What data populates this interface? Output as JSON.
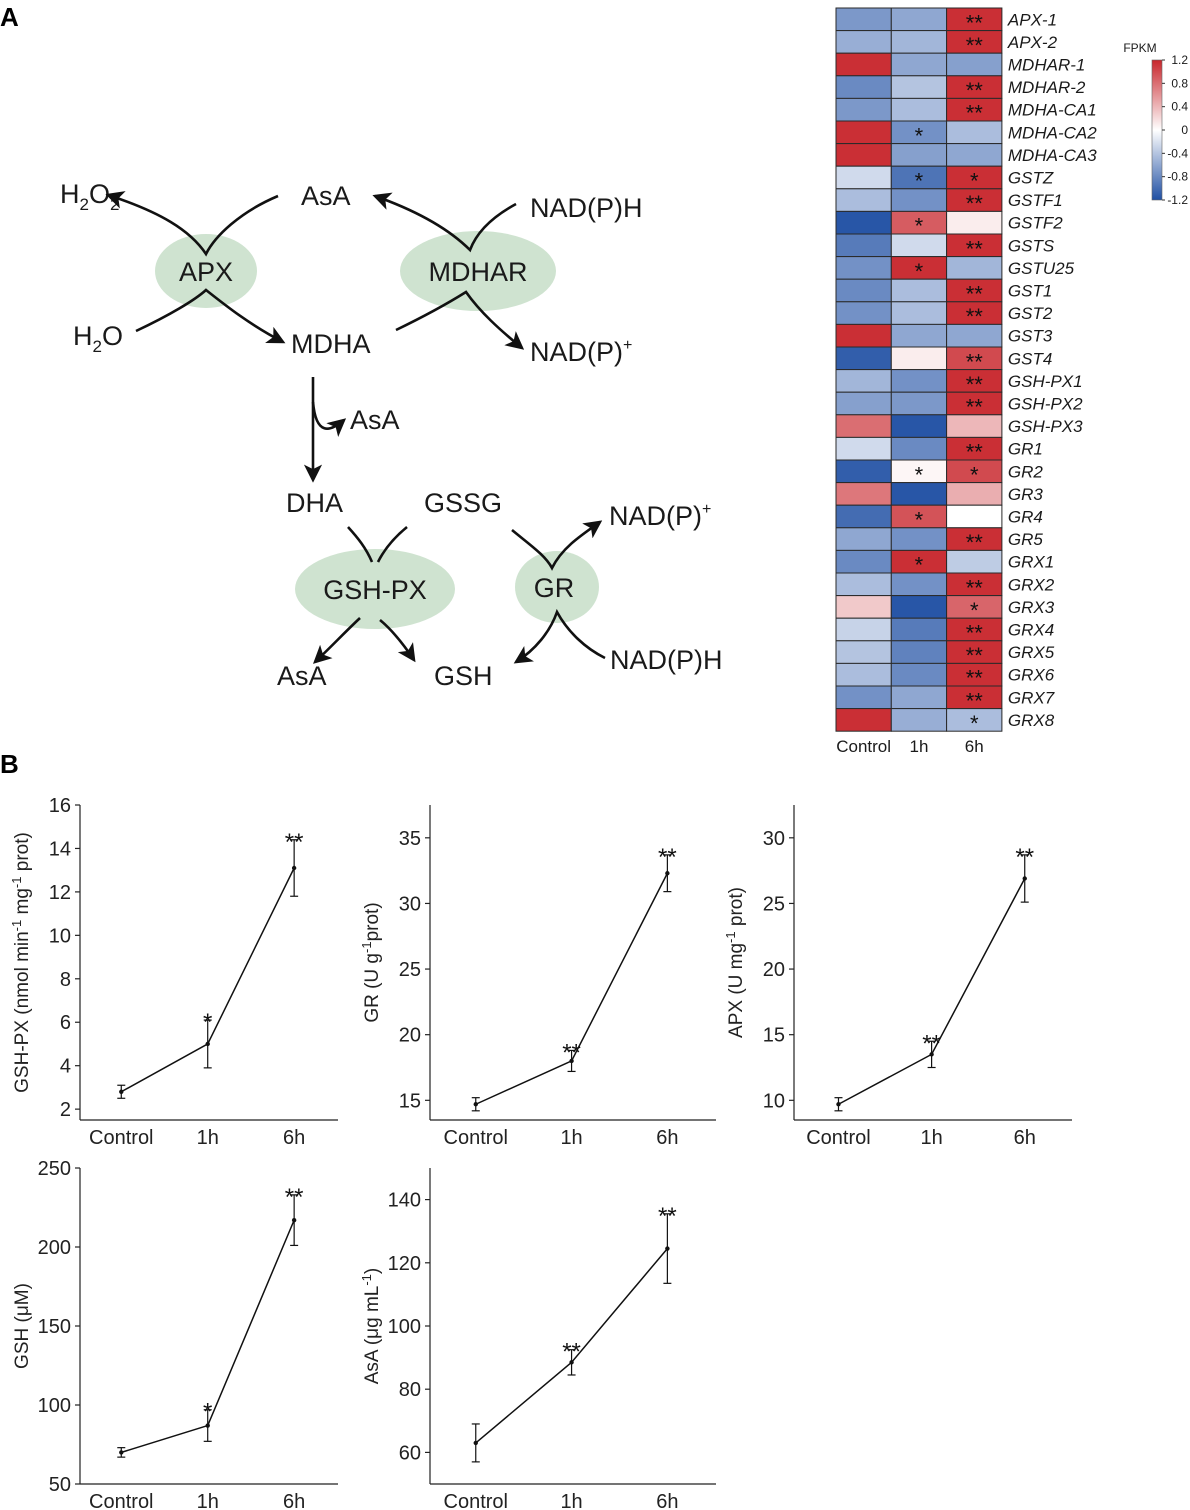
{
  "panels": {
    "a": "A",
    "b": "B"
  },
  "pathway": {
    "enzymes": {
      "apx": "APX",
      "mdhar": "MDHAR",
      "gshpx": "GSH-PX",
      "gr": "GR"
    },
    "metabolites": {
      "h2o2_main": "H",
      "h2o2_sub": "2",
      "h2o2_o": "O",
      "h2o2_sub2": "2",
      "asa_top": "AsA",
      "nadph_top": "NAD(P)H",
      "h2o_main": "H",
      "h2o_sub": "2",
      "h2o_o": "O",
      "mdha": "MDHA",
      "nadp_top": "NAD(P)",
      "nadp_top_sup": "+",
      "asa_mid": "AsA",
      "dha": "DHA",
      "gssg": "GSSG",
      "nadp_bottom": "NAD(P)",
      "nadp_bottom_sup": "+",
      "asa_bottom": "AsA",
      "gsh": "GSH",
      "nadph_bottom": "NAD(P)H"
    }
  },
  "heatmap": {
    "legend_title": "FPKM",
    "legend_ticks": [
      "1.2",
      "0.8",
      "0.4",
      "0",
      "-0.4",
      "-0.8",
      "-1.2"
    ],
    "legend_values": [
      1.2,
      0.8,
      0.4,
      0,
      -0.4,
      -0.8,
      -1.2
    ],
    "colors": {
      "high": "#c8262c",
      "mid": "#ffffff",
      "low": "#1f4fa3"
    },
    "columns": [
      "Control",
      "1h",
      "6h"
    ],
    "rows": [
      {
        "gene": "APX-1",
        "values": [
          -0.7,
          -0.6,
          1.15
        ],
        "sig": [
          "",
          "",
          "**"
        ]
      },
      {
        "gene": "APX-2",
        "values": [
          -0.55,
          -0.5,
          1.15
        ],
        "sig": [
          "",
          "",
          "**"
        ]
      },
      {
        "gene": "MDHAR-1",
        "values": [
          1.15,
          -0.6,
          -0.65
        ],
        "sig": [
          "",
          "",
          ""
        ]
      },
      {
        "gene": "MDHAR-2",
        "values": [
          -0.8,
          -0.4,
          1.15
        ],
        "sig": [
          "",
          "",
          "**"
        ]
      },
      {
        "gene": "MDHA-CA1",
        "values": [
          -0.7,
          -0.45,
          1.15
        ],
        "sig": [
          "",
          "",
          "**"
        ]
      },
      {
        "gene": "MDHA-CA2",
        "values": [
          1.15,
          -0.75,
          -0.45
        ],
        "sig": [
          "",
          "*",
          ""
        ]
      },
      {
        "gene": "MDHA-CA3",
        "values": [
          1.15,
          -0.65,
          -0.6
        ],
        "sig": [
          "",
          "",
          ""
        ]
      },
      {
        "gene": "GSTZ",
        "values": [
          -0.25,
          -0.95,
          1.15
        ],
        "sig": [
          "",
          "*",
          "*"
        ]
      },
      {
        "gene": "GSTF1",
        "values": [
          -0.45,
          -0.75,
          1.15
        ],
        "sig": [
          "",
          "",
          "**"
        ]
      },
      {
        "gene": "GSTF2",
        "values": [
          -1.15,
          0.9,
          0.1
        ],
        "sig": [
          "",
          "*",
          ""
        ]
      },
      {
        "gene": "GSTS",
        "values": [
          -0.9,
          -0.25,
          1.15
        ],
        "sig": [
          "",
          "",
          "**"
        ]
      },
      {
        "gene": "GSTU25",
        "values": [
          -0.75,
          1.15,
          -0.5
        ],
        "sig": [
          "",
          "*",
          ""
        ]
      },
      {
        "gene": "GST1",
        "values": [
          -0.8,
          -0.45,
          1.15
        ],
        "sig": [
          "",
          "",
          "**"
        ]
      },
      {
        "gene": "GST2",
        "values": [
          -0.75,
          -0.45,
          1.15
        ],
        "sig": [
          "",
          "",
          "**"
        ]
      },
      {
        "gene": "GST3",
        "values": [
          1.15,
          -0.6,
          -0.6
        ],
        "sig": [
          "",
          "",
          ""
        ]
      },
      {
        "gene": "GST4",
        "values": [
          -1.1,
          0.1,
          1.0
        ],
        "sig": [
          "",
          "",
          "**"
        ]
      },
      {
        "gene": "GSH-PX1",
        "values": [
          -0.5,
          -0.75,
          1.15
        ],
        "sig": [
          "",
          "",
          "**"
        ]
      },
      {
        "gene": "GSH-PX2",
        "values": [
          -0.65,
          -0.7,
          1.15
        ],
        "sig": [
          "",
          "",
          "**"
        ]
      },
      {
        "gene": "GSH-PX3",
        "values": [
          0.8,
          -1.15,
          0.4
        ],
        "sig": [
          "",
          "",
          ""
        ]
      },
      {
        "gene": "GR1",
        "values": [
          -0.25,
          -0.8,
          1.15
        ],
        "sig": [
          "",
          "",
          "**"
        ]
      },
      {
        "gene": "GR2",
        "values": [
          -1.1,
          0.05,
          1.0
        ],
        "sig": [
          "",
          "*",
          "*"
        ]
      },
      {
        "gene": "GR3",
        "values": [
          0.75,
          -1.15,
          0.45
        ],
        "sig": [
          "",
          "",
          ""
        ]
      },
      {
        "gene": "GR4",
        "values": [
          -1.0,
          0.95,
          0.0
        ],
        "sig": [
          "",
          "*",
          ""
        ]
      },
      {
        "gene": "GR5",
        "values": [
          -0.6,
          -0.75,
          1.15
        ],
        "sig": [
          "",
          "",
          "**"
        ]
      },
      {
        "gene": "GRX1",
        "values": [
          -0.8,
          1.15,
          -0.35
        ],
        "sig": [
          "",
          "*",
          ""
        ]
      },
      {
        "gene": "GRX2",
        "values": [
          -0.45,
          -0.75,
          1.15
        ],
        "sig": [
          "",
          "",
          "**"
        ]
      },
      {
        "gene": "GRX3",
        "values": [
          0.3,
          -1.15,
          0.85
        ],
        "sig": [
          "",
          "",
          "*"
        ]
      },
      {
        "gene": "GRX4",
        "values": [
          -0.3,
          -0.9,
          1.15
        ],
        "sig": [
          "",
          "",
          "**"
        ]
      },
      {
        "gene": "GRX5",
        "values": [
          -0.4,
          -0.85,
          1.15
        ],
        "sig": [
          "",
          "",
          "**"
        ]
      },
      {
        "gene": "GRX6",
        "values": [
          -0.45,
          -0.8,
          1.15
        ],
        "sig": [
          "",
          "",
          "**"
        ]
      },
      {
        "gene": "GRX7",
        "values": [
          -0.75,
          -0.6,
          1.15
        ],
        "sig": [
          "",
          "",
          "**"
        ]
      },
      {
        "gene": "GRX8",
        "values": [
          1.15,
          -0.55,
          -0.45
        ],
        "sig": [
          "",
          "",
          "*"
        ]
      }
    ]
  },
  "chart_data": [
    {
      "type": "line",
      "id": "gshpx",
      "categories": [
        "Control",
        "1h",
        "6h"
      ],
      "values": [
        2.8,
        5.0,
        13.1
      ],
      "errors": [
        0.3,
        1.1,
        1.3
      ],
      "sig": [
        "",
        "*",
        "**"
      ],
      "ylabel_main": "GSH-PX (nmol min",
      "ylabel_sup1": "-1",
      "ylabel_mid": " mg",
      "ylabel_sup2": "-1",
      "ylabel_end": " prot)",
      "ylim": [
        1.5,
        16
      ],
      "yticks": [
        2,
        4,
        6,
        8,
        10,
        12,
        14,
        16
      ]
    },
    {
      "type": "line",
      "id": "gr",
      "categories": [
        "Control",
        "1h",
        "6h"
      ],
      "values": [
        14.7,
        18.0,
        32.3
      ],
      "errors": [
        0.5,
        0.8,
        1.4
      ],
      "sig": [
        "",
        "**",
        "**"
      ],
      "ylabel_main": "GR (U g",
      "ylabel_sup1": "-1",
      "ylabel_end": "prot)",
      "ylim": [
        13.5,
        37.5
      ],
      "yticks": [
        15,
        20,
        25,
        30,
        35
      ]
    },
    {
      "type": "line",
      "id": "apx",
      "categories": [
        "Control",
        "1h",
        "6h"
      ],
      "values": [
        9.7,
        13.5,
        26.9
      ],
      "errors": [
        0.5,
        1.0,
        1.8
      ],
      "sig": [
        "",
        "**",
        "**"
      ],
      "ylabel_main": "APX (U mg",
      "ylabel_sup1": "-1",
      "ylabel_end": " prot)",
      "ylim": [
        8.5,
        32.5
      ],
      "yticks": [
        10,
        15,
        20,
        25,
        30
      ]
    },
    {
      "type": "line",
      "id": "gsh",
      "categories": [
        "Control",
        "1h",
        "6h"
      ],
      "values": [
        70,
        87,
        217
      ],
      "errors": [
        3,
        10,
        16
      ],
      "sig": [
        "",
        "*",
        "**"
      ],
      "ylabel_main": "GSH (μM)",
      "ylim": [
        50,
        250
      ],
      "yticks": [
        50,
        100,
        150,
        200,
        250
      ]
    },
    {
      "type": "line",
      "id": "asa",
      "categories": [
        "Control",
        "1h",
        "6h"
      ],
      "values": [
        63,
        88.5,
        124.5
      ],
      "errors": [
        6,
        4,
        11
      ],
      "sig": [
        "",
        "**",
        "**"
      ],
      "ylabel_main": "AsA (μg mL",
      "ylabel_sup1": "-1",
      "ylabel_end": ")",
      "ylim": [
        50,
        150
      ],
      "yticks": [
        60,
        80,
        100,
        120,
        140
      ]
    }
  ]
}
